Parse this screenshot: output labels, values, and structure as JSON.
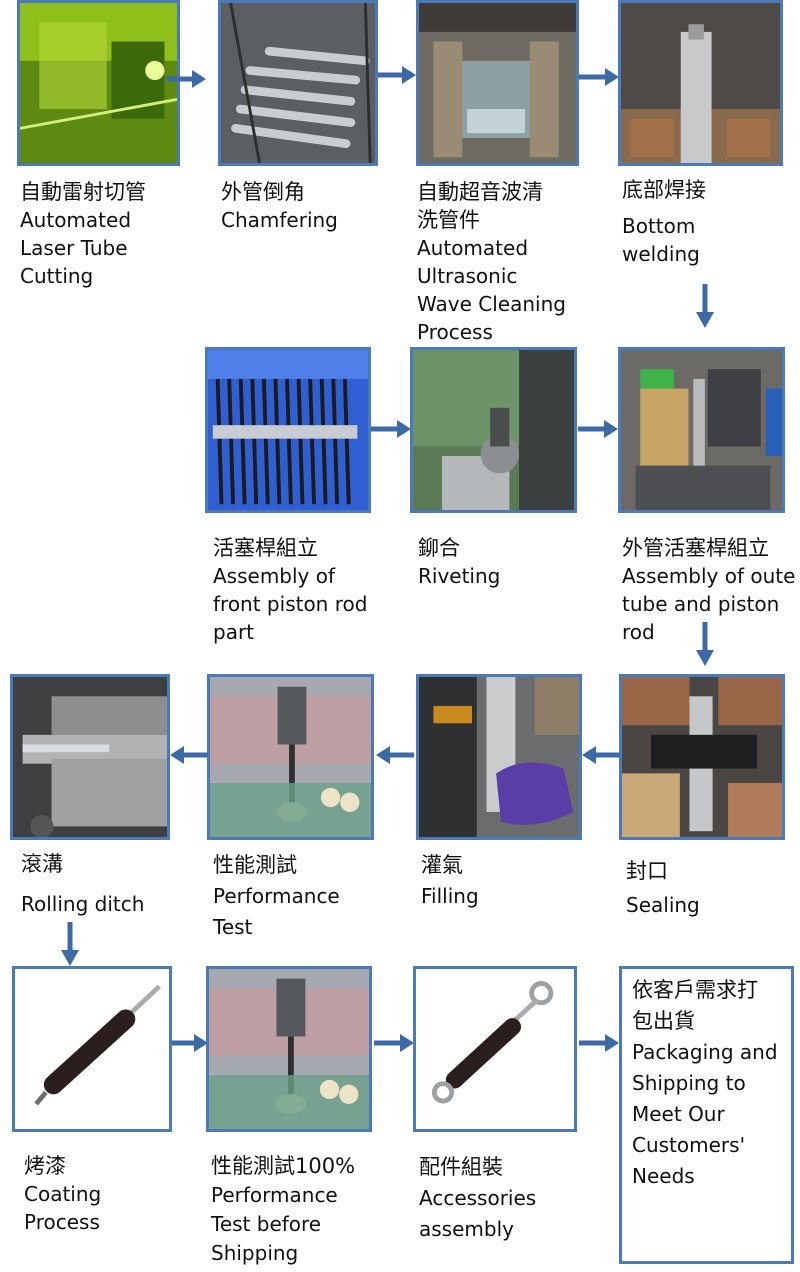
{
  "colors": {
    "arrow": "#3c6aa6",
    "frame": "#4a7bb8"
  },
  "steps": [
    {
      "zh": "自動雷射切管",
      "en": [
        "Automated",
        "Laser Tube",
        "Cutting"
      ]
    },
    {
      "zh": "外管倒角",
      "en": [
        "Chamfering"
      ]
    },
    {
      "zh": [
        "自動超音波清",
        "洗管件"
      ],
      "en": [
        "Automated",
        "Ultrasonic",
        "Wave Cleaning",
        "Process"
      ]
    },
    {
      "zh": "底部焊接",
      "en": [
        "Bottom",
        "welding"
      ]
    },
    {
      "zh": "活塞桿組立",
      "en": [
        "Assembly of",
        "front piston rod",
        "part"
      ]
    },
    {
      "zh": "鉚合",
      "en": [
        "Riveting"
      ]
    },
    {
      "zh": "外管活塞桿組立",
      "en": [
        "Assembly of oute",
        "tube and piston",
        "rod"
      ]
    },
    {
      "zh": "滾溝",
      "en": [
        "Rolling ditch"
      ]
    },
    {
      "zh": "性能測試",
      "en": [
        "Performance",
        "Test"
      ]
    },
    {
      "zh": "灌氣",
      "en": [
        "Filling"
      ]
    },
    {
      "zh": "封口",
      "en": [
        "Sealing"
      ]
    },
    {
      "zh": "烤漆",
      "en": [
        "Coating",
        "Process"
      ]
    },
    {
      "zh": "性能測試100%",
      "en": [
        "Performance",
        "Test before",
        "Shipping"
      ]
    },
    {
      "zh": "配件組裝",
      "en": [
        "Accessories",
        "assembly"
      ]
    },
    {
      "zh": [
        "依客戶需求打",
        "包出貨"
      ],
      "en": [
        "Packaging and",
        "Shipping to",
        "Meet Our",
        "Customers'",
        "Needs"
      ]
    }
  ]
}
